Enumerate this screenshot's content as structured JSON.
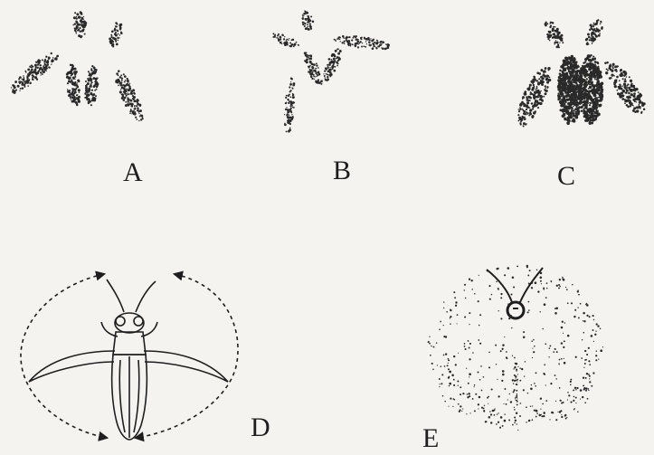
{
  "figure": {
    "panels": [
      {
        "id": "A",
        "label": "A"
      },
      {
        "id": "B",
        "label": "B"
      },
      {
        "id": "C",
        "label": "C"
      },
      {
        "id": "D",
        "label": "D"
      },
      {
        "id": "E",
        "label": "E"
      }
    ]
  },
  "colors": {
    "background": "#f4f3ef",
    "ink": "#1e1e1e",
    "dots": "#2a2a2a"
  }
}
